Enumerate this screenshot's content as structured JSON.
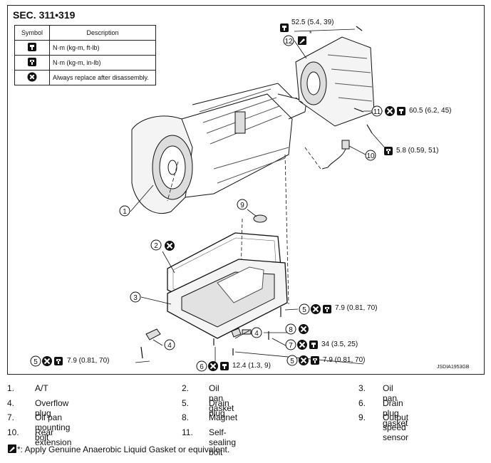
{
  "section": "SEC. 311•319",
  "legend": {
    "headers": [
      "Symbol",
      "Description"
    ],
    "rows": [
      {
        "icon": "torque-wrench-icon",
        "desc": "N·m (kg-m, ft-lb)"
      },
      {
        "icon": "torque-wrench-small-icon",
        "desc": "N·m (kg-m, in-lb)"
      },
      {
        "icon": "replace-x-icon",
        "desc": "Always replace after disassembly."
      }
    ]
  },
  "callouts": {
    "c12_torque": "52.5 (5.4, 39)",
    "c11_torque": "60.5 (6.2, 45)",
    "c10_torque": "5.8 (0.59, 51)",
    "c5a_torque": "7.9 (0.81, 70)",
    "c7_torque": "34 (3.5, 25)",
    "c5b_torque": "7.9 (0.81, 70)",
    "c5c_torque": "7.9 (0.81, 70)",
    "c6_torque": "12.4 (1.3, 9)",
    "asterisk": "*"
  },
  "part_numbers": [
    "1",
    "2",
    "3",
    "4",
    "5",
    "6",
    "7",
    "8",
    "9",
    "10",
    "11",
    "12"
  ],
  "image_code": "JSDIA1953GB",
  "parts": [
    {
      "num": "1.",
      "name": "A/T"
    },
    {
      "num": "2.",
      "name": "Oil pan gasket"
    },
    {
      "num": "3.",
      "name": "Oil pan"
    },
    {
      "num": "4.",
      "name": "Overflow plug"
    },
    {
      "num": "5.",
      "name": "Drain plug"
    },
    {
      "num": "6.",
      "name": "Drain plug gasket"
    },
    {
      "num": "7.",
      "name": "Oil pan mounting bolt"
    },
    {
      "num": "8.",
      "name": "Magnet"
    },
    {
      "num": "9.",
      "name": "Output speed sensor"
    },
    {
      "num": "10.",
      "name": "Rear extension"
    },
    {
      "num": "11.",
      "name": "Self-sealing bolt"
    }
  ],
  "footnote": "*: Apply Genuine Anaerobic Liquid Gasket or equivalent."
}
